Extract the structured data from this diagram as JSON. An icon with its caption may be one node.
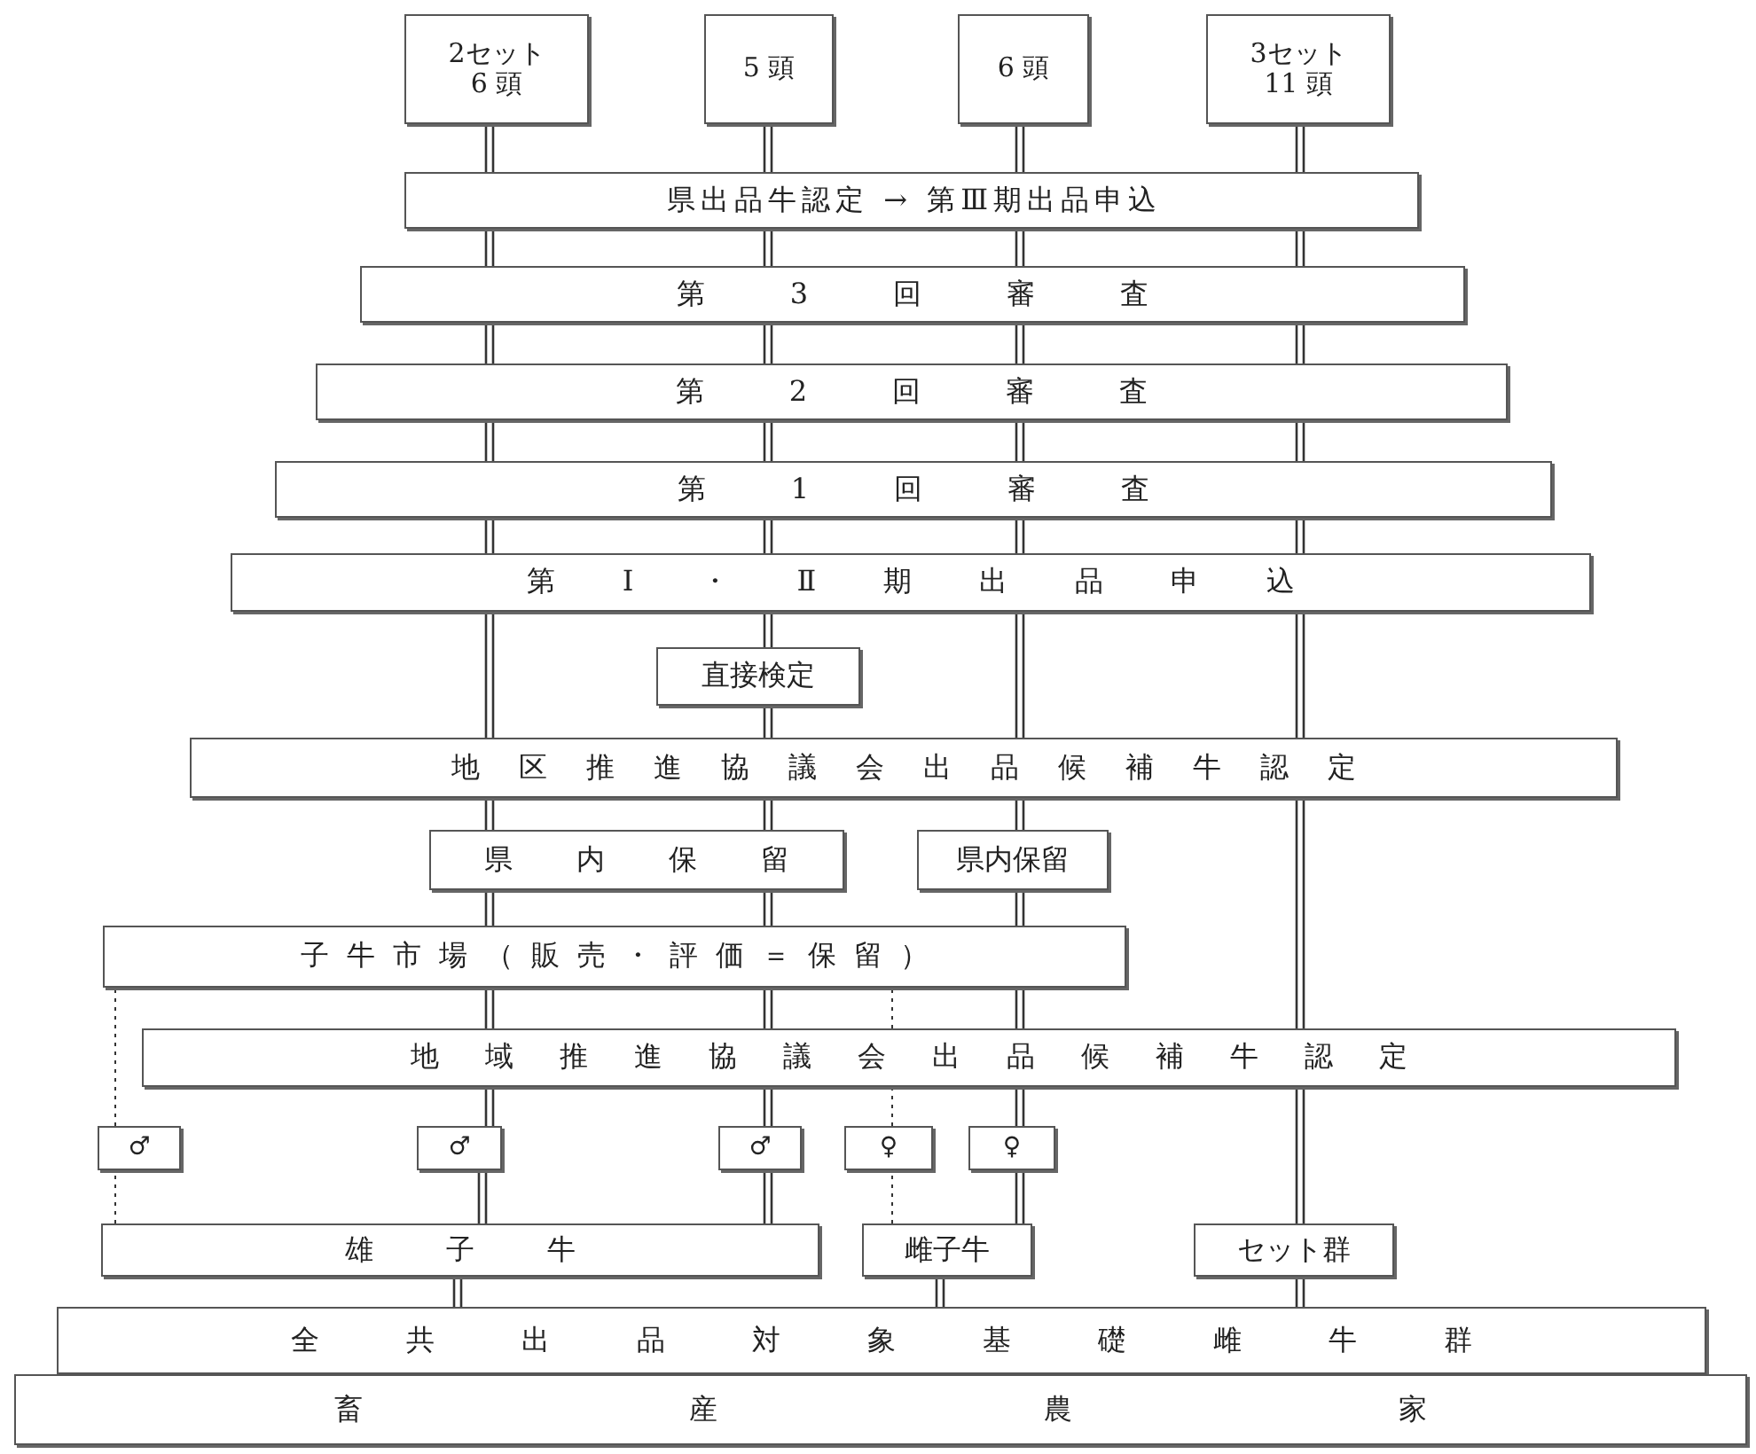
{
  "diagram": {
    "nodes": [
      {
        "text": [
          "2セット",
          "6 頭"
        ]
      },
      {
        "text": [
          "5 頭"
        ]
      },
      {
        "text": [
          "6 頭"
        ]
      },
      {
        "text": [
          "3セット",
          "11 頭"
        ]
      },
      {
        "text": [
          "県出品牛認定 → 第Ⅲ期出品申込"
        ]
      },
      {
        "text": [
          "第3回審査"
        ]
      },
      {
        "text": [
          "第2回審査"
        ]
      },
      {
        "text": [
          "第1回審査"
        ]
      },
      {
        "text": [
          "第Ⅰ・Ⅱ期出品申込"
        ]
      },
      {
        "text": [
          "直接検定"
        ]
      },
      {
        "text": [
          "地区推進協議会出品候補牛認定"
        ]
      },
      {
        "text": [
          "県内保留"
        ]
      },
      {
        "text": [
          "県内保留"
        ]
      },
      {
        "text": [
          "子牛市場（販売・評価＝保留）"
        ]
      },
      {
        "text": [
          "地域推進協議会出品候補牛認定"
        ]
      },
      {
        "text": [
          "♂"
        ]
      },
      {
        "text": [
          "♂"
        ]
      },
      {
        "text": [
          "♂"
        ]
      },
      {
        "text": [
          "♀"
        ]
      },
      {
        "text": [
          "♀"
        ]
      },
      {
        "text": [
          "雄子牛"
        ]
      },
      {
        "text": [
          "雌子牛"
        ]
      },
      {
        "text": [
          "セット群"
        ]
      },
      {
        "text": [
          "全共出品対象基礎雌牛群"
        ]
      },
      {
        "text": [
          "畜産農家"
        ]
      }
    ],
    "edges": [
      {
        "from": 23,
        "to": 20,
        "arrow": "none"
      },
      {
        "from": 23,
        "to": 21,
        "arrow": "none"
      },
      {
        "from": 23,
        "to": 22,
        "arrow": "none"
      },
      {
        "from": 20,
        "to": 16,
        "arrow": "none"
      },
      {
        "from": 16,
        "to": 14,
        "arrow": "none"
      },
      {
        "from": 14,
        "to": 13,
        "arrow": "none"
      },
      {
        "from": 13,
        "to": 11,
        "arrow": "none"
      },
      {
        "from": 11,
        "to": 10,
        "arrow": "none"
      },
      {
        "from": 10,
        "to": 8,
        "arrow": "none"
      },
      {
        "from": 8,
        "to": 7,
        "arrow": "none"
      },
      {
        "from": 7,
        "to": 6,
        "arrow": "none"
      },
      {
        "from": 6,
        "to": 5,
        "arrow": "none"
      },
      {
        "from": 5,
        "to": 4,
        "arrow": "none"
      },
      {
        "from": 4,
        "to": 0,
        "arrow": "none"
      },
      {
        "from": 20,
        "to": 17,
        "arrow": "none"
      },
      {
        "from": 17,
        "to": 14,
        "arrow": "none"
      },
      {
        "from": 14,
        "to": 13,
        "arrow": "none"
      },
      {
        "from": 13,
        "to": 11,
        "arrow": "none"
      },
      {
        "from": 11,
        "to": 10,
        "arrow": "none"
      },
      {
        "from": 10,
        "to": 9,
        "arrow": "none"
      },
      {
        "from": 9,
        "to": 8,
        "arrow": "none"
      },
      {
        "from": 8,
        "to": 7,
        "arrow": "none"
      },
      {
        "from": 7,
        "to": 6,
        "arrow": "none"
      },
      {
        "from": 6,
        "to": 5,
        "arrow": "none"
      },
      {
        "from": 5,
        "to": 4,
        "arrow": "none"
      },
      {
        "from": 4,
        "to": 1,
        "arrow": "none"
      },
      {
        "from": 21,
        "to": 19,
        "arrow": "none"
      },
      {
        "from": 19,
        "to": 14,
        "arrow": "none"
      },
      {
        "from": 14,
        "to": 13,
        "arrow": "none"
      },
      {
        "from": 13,
        "to": 12,
        "arrow": "none"
      },
      {
        "from": 12,
        "to": 10,
        "arrow": "none"
      },
      {
        "from": 10,
        "to": 8,
        "arrow": "none"
      },
      {
        "from": 8,
        "to": 7,
        "arrow": "none"
      },
      {
        "from": 7,
        "to": 6,
        "arrow": "none"
      },
      {
        "from": 6,
        "to": 5,
        "arrow": "none"
      },
      {
        "from": 5,
        "to": 4,
        "arrow": "none"
      },
      {
        "from": 4,
        "to": 2,
        "arrow": "none"
      },
      {
        "from": 22,
        "to": 14,
        "arrow": "none"
      },
      {
        "from": 14,
        "to": 10,
        "arrow": "none"
      },
      {
        "from": 10,
        "to": 8,
        "arrow": "none"
      },
      {
        "from": 8,
        "to": 7,
        "arrow": "none"
      },
      {
        "from": 7,
        "to": 6,
        "arrow": "none"
      },
      {
        "from": 6,
        "to": 5,
        "arrow": "none"
      },
      {
        "from": 5,
        "to": 4,
        "arrow": "none"
      },
      {
        "from": 4,
        "to": 3,
        "arrow": "none"
      },
      {
        "from": 20,
        "to": 15,
        "arrow": "none",
        "style": "dashed"
      },
      {
        "from": 15,
        "to": 13,
        "arrow": "none",
        "style": "dashed"
      },
      {
        "from": 21,
        "to": 18,
        "arrow": "none",
        "style": "dashed"
      },
      {
        "from": 18,
        "to": 14,
        "arrow": "none",
        "style": "dashed"
      },
      {
        "from": 14,
        "to": 13,
        "arrow": "none",
        "style": "dashed"
      }
    ]
  }
}
